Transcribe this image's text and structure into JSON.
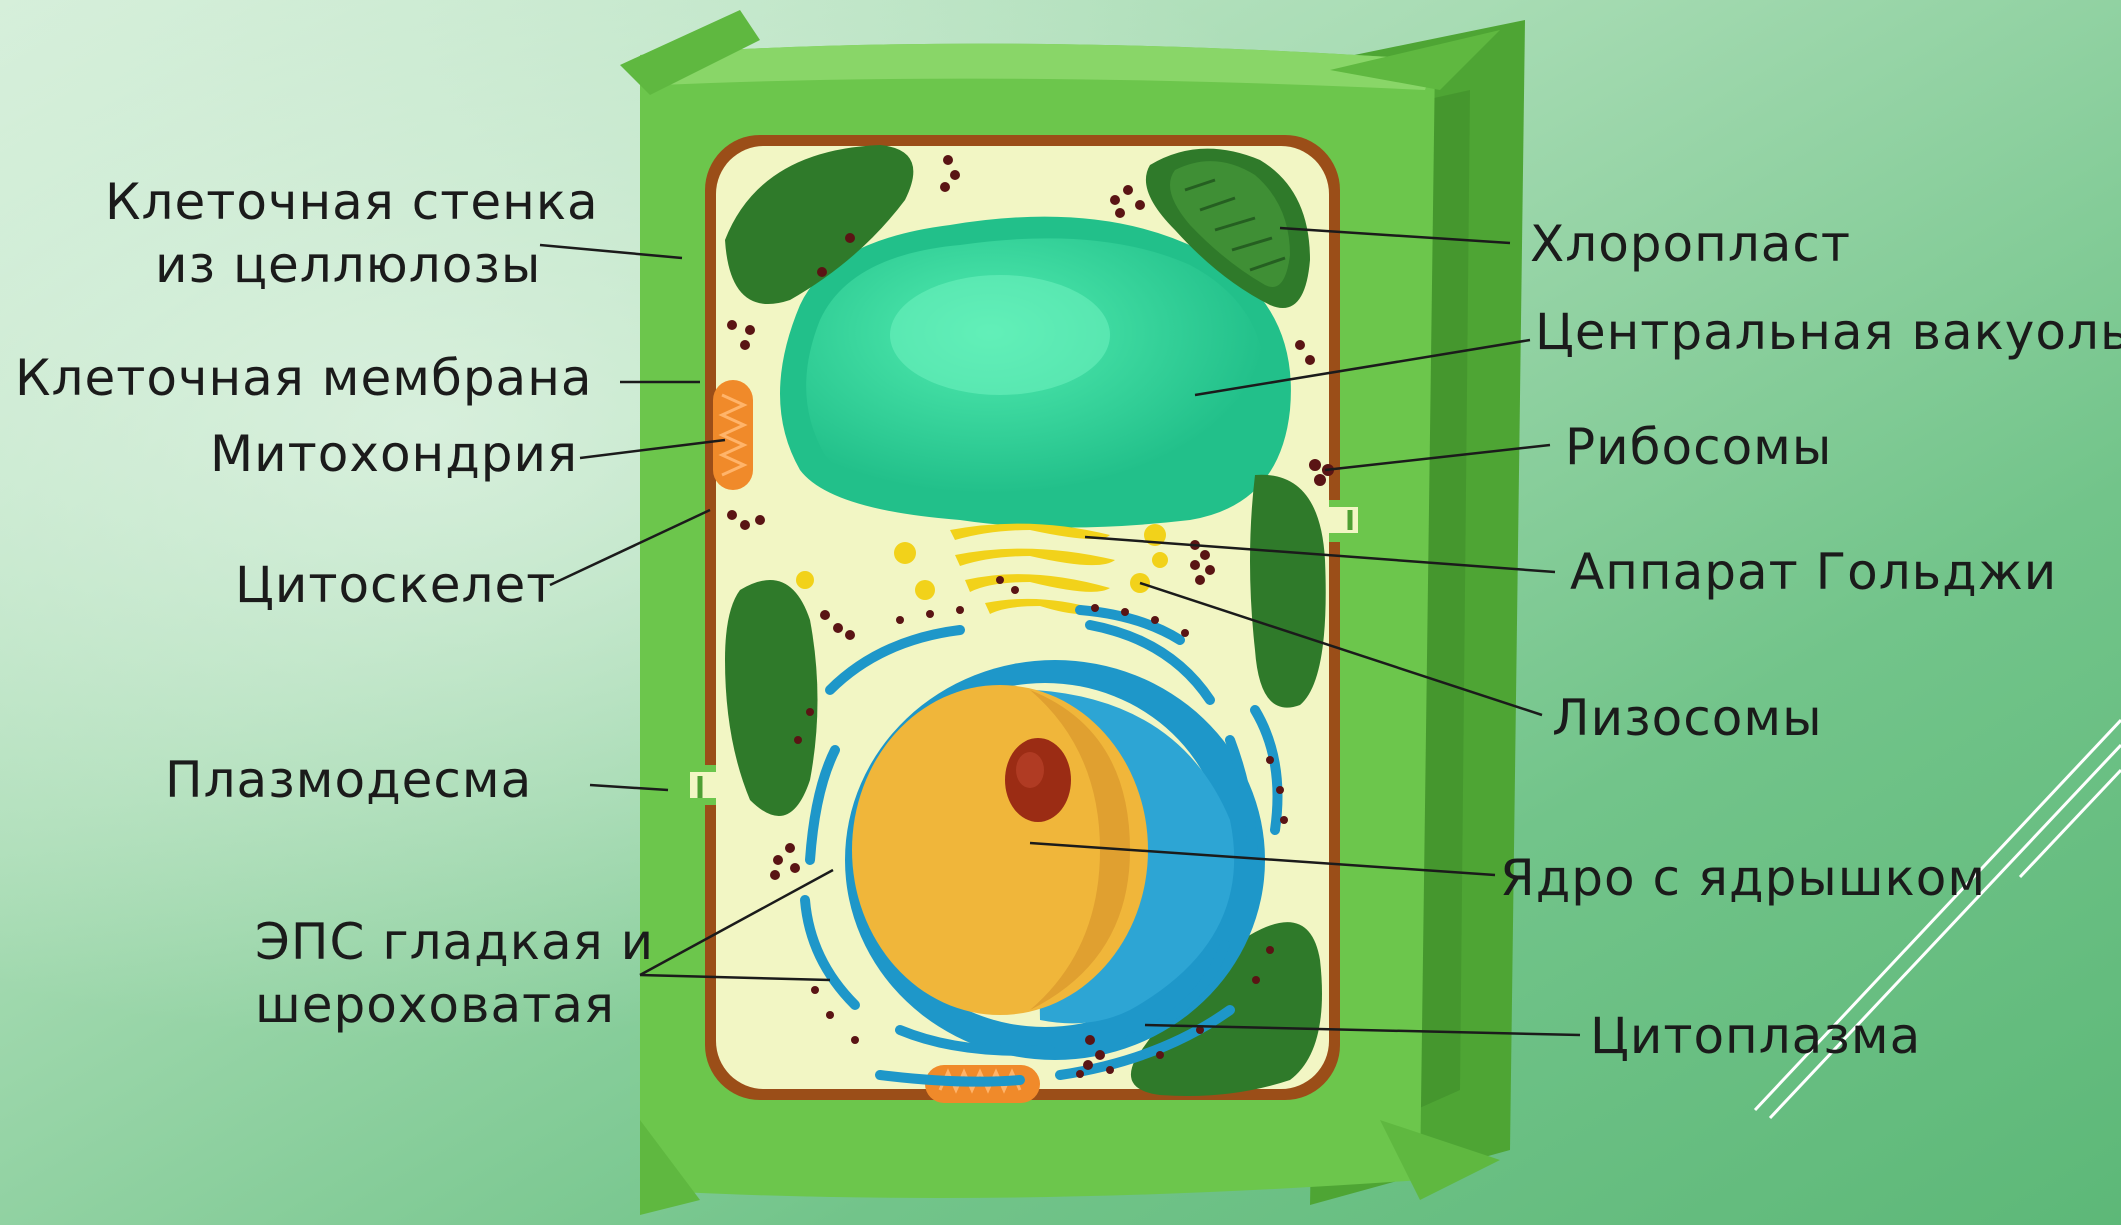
{
  "labels": {
    "cell_wall": [
      "Клеточная стенка",
      "из целлюлозы"
    ],
    "cell_membrane": "Клеточная мембрана",
    "mitochondria": "Митохондрия",
    "cytoskeleton": "Цитоскелет",
    "plasmodesma": "Плазмодесма",
    "er": [
      "ЭПС гладкая и",
      "шероховатая"
    ],
    "chloroplast": "Хлоропласт",
    "vacuole": "Центральная вакуоль",
    "ribosomes": "Рибосомы",
    "golgi": "Аппарат Гольджи",
    "lysosomes": "Лизосомы",
    "nucleus": "Ядро с ядрышком",
    "cytoplasm": "Цитоплазма"
  },
  "colors": {
    "background": "#7fcf96",
    "cell_wall": "#6cc24a",
    "cell_wall_side": "#4e9f33",
    "membrane": "#a0521a",
    "cytoplasm": "#f1f5c2",
    "vacuole": "#2fd39a",
    "chloroplast": "#2f7a2a",
    "nucleus": "#f0b63a",
    "nucleolus": "#9b2c14",
    "er": "#1e97c9",
    "golgi": "#f2d21a",
    "mitochondria": "#f08a2a",
    "ribosome": "#5a1414"
  }
}
